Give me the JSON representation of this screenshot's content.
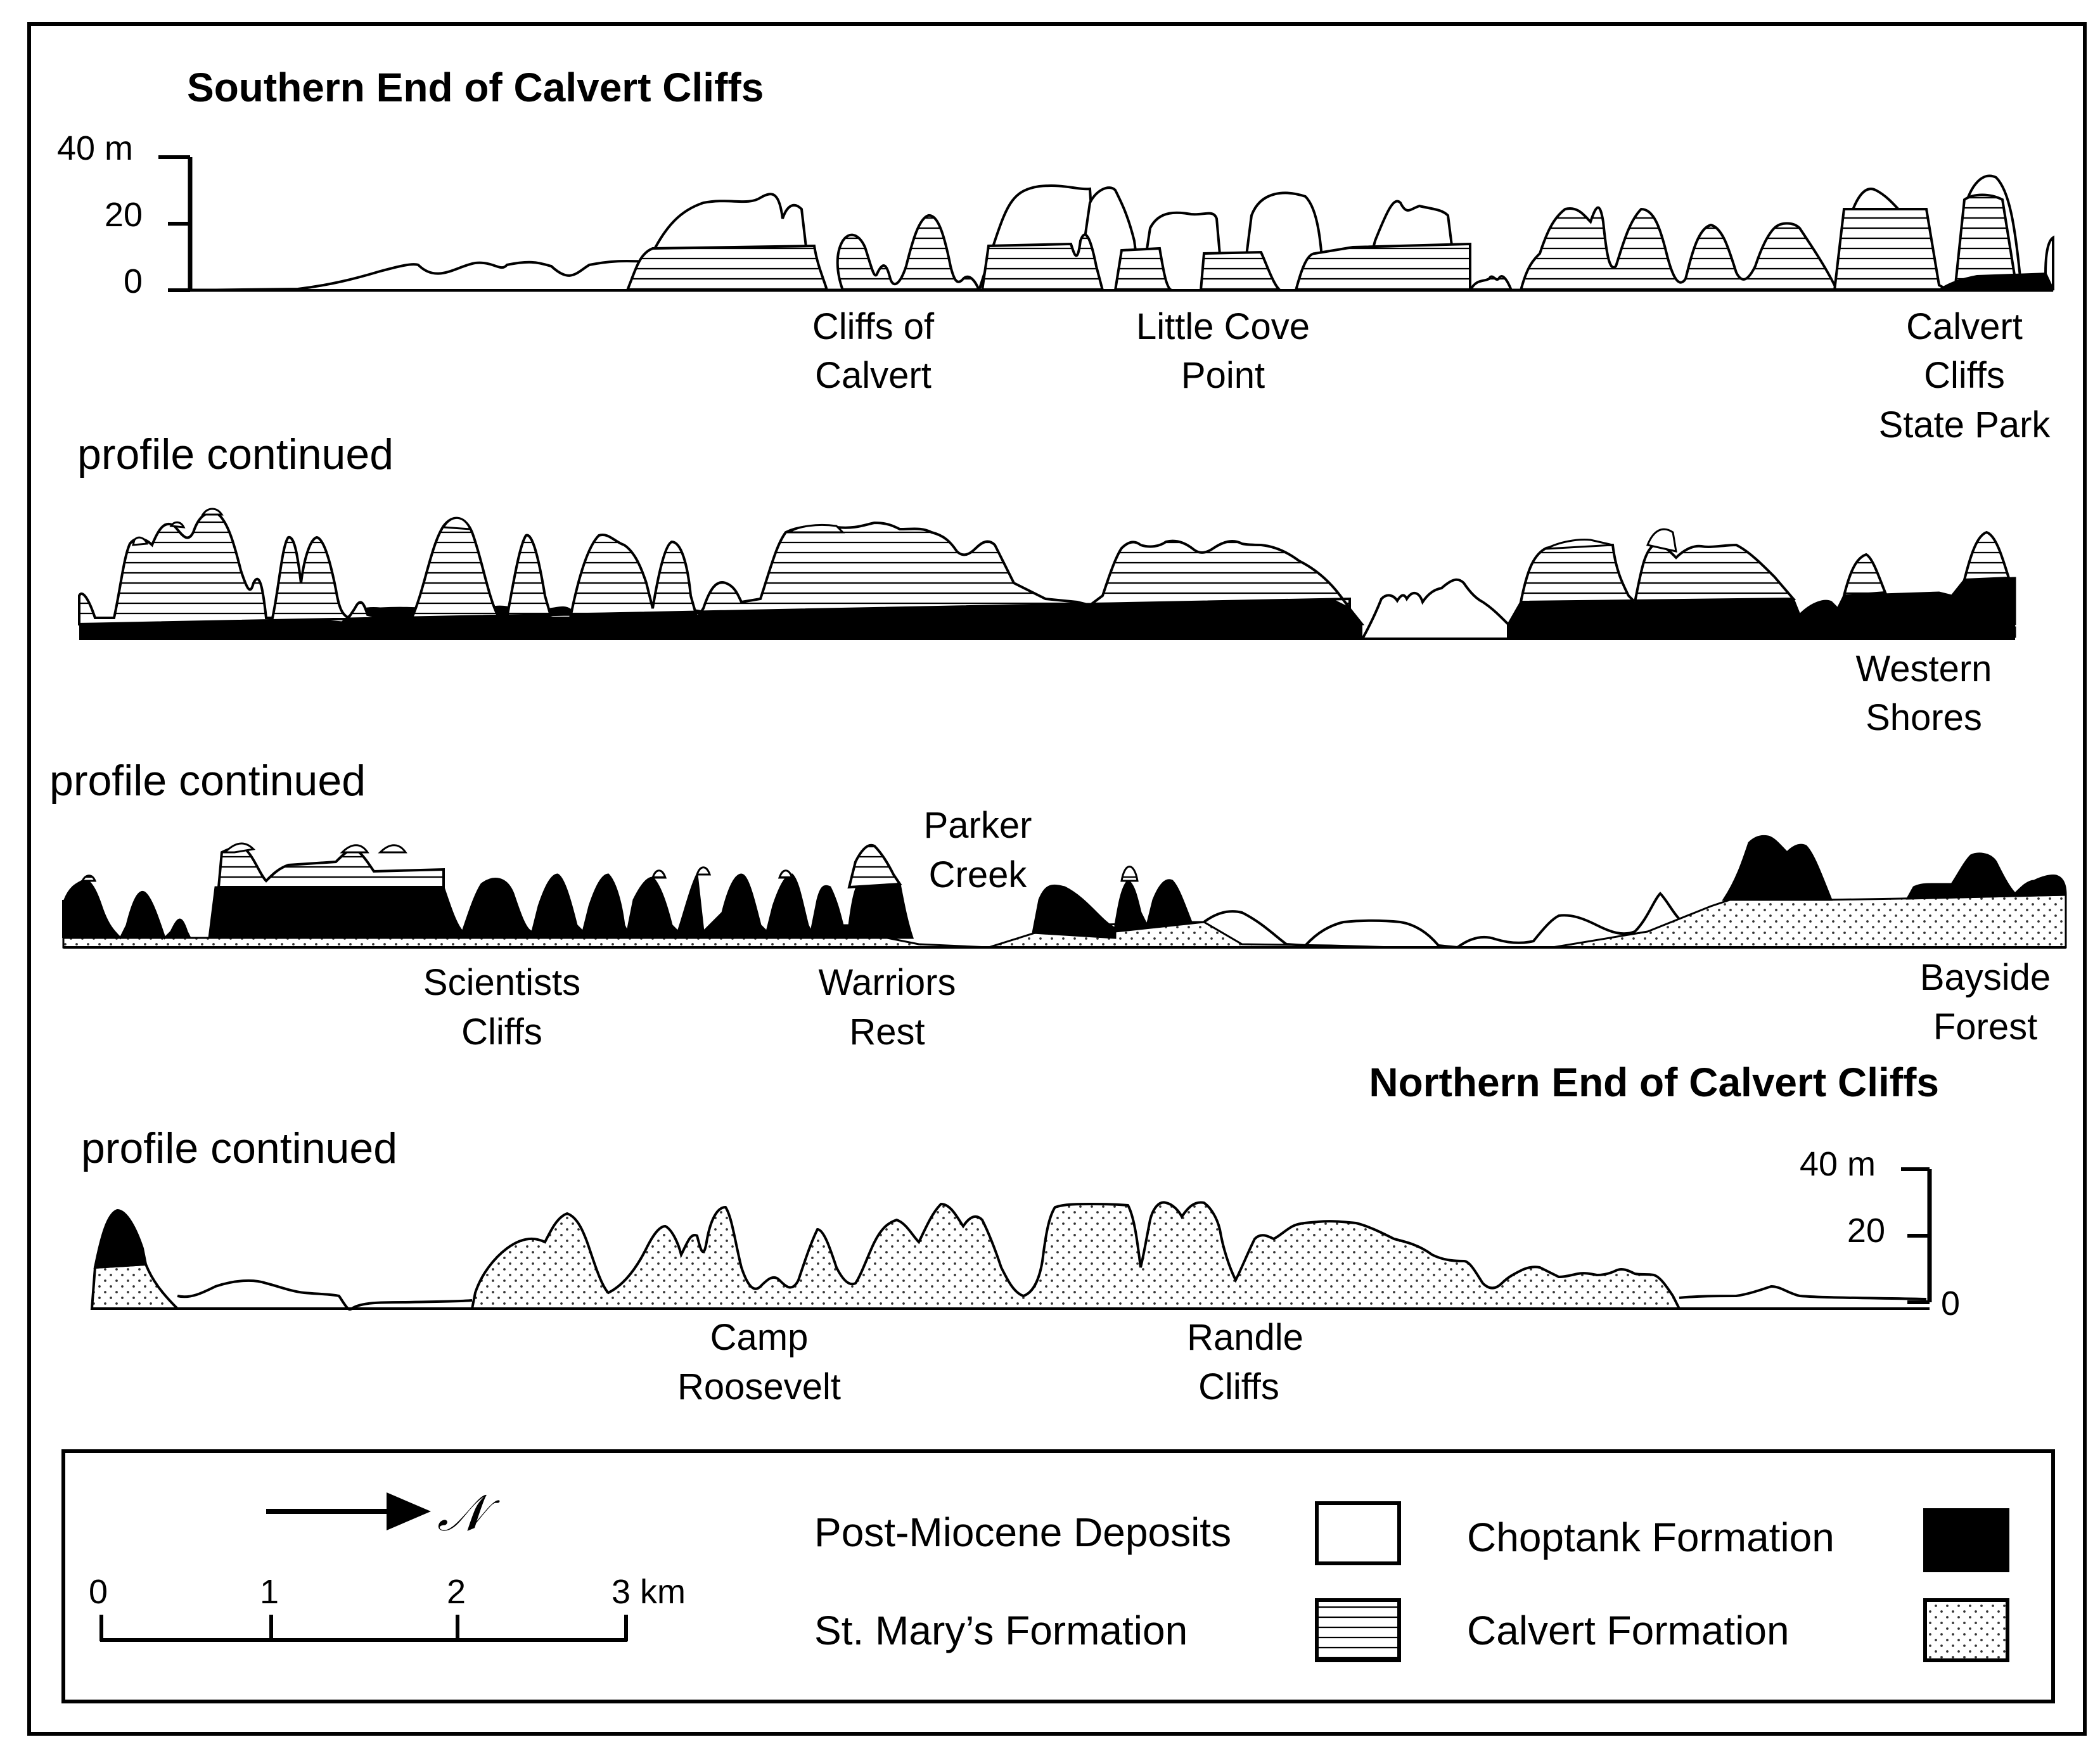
{
  "titles": {
    "south": "Southern End of Calvert Cliffs",
    "north": "Northern End of Calvert Cliffs"
  },
  "sections": {
    "continued_1": "profile continued",
    "continued_2": "profile continued",
    "continued_3": "profile continued"
  },
  "axis_south": {
    "top": "40 m",
    "mid": "20",
    "bottom": "0"
  },
  "axis_north": {
    "top": "40 m",
    "mid": "20",
    "bottom": "0"
  },
  "places": {
    "cliffs_of_calvert": [
      "Cliffs of",
      "Calvert"
    ],
    "little_cove_point": [
      "Little Cove",
      "Point"
    ],
    "calvert_cliffs_state_park": [
      "Calvert",
      "Cliffs",
      "State Park"
    ],
    "western_shores": [
      "Western",
      "Shores"
    ],
    "parker_creek": [
      "Parker",
      "Creek"
    ],
    "scientists_cliffs": [
      "Scientists",
      "Cliffs"
    ],
    "warriors_rest": [
      "Warriors",
      "Rest"
    ],
    "bayside_forest": [
      "Bayside",
      "Forest"
    ],
    "camp_roosevelt": [
      "Camp",
      "Roosevelt"
    ],
    "randle_cliffs": [
      "Randle",
      "Cliffs"
    ]
  },
  "legend": {
    "north_symbol": "𝒩",
    "scale": [
      "0",
      "1",
      "2",
      "3 km"
    ],
    "post_miocene": "Post-Miocene Deposits",
    "st_marys": "St. Mary’s Formation",
    "choptank": "Choptank Formation",
    "calvert": "Calvert Formation"
  },
  "colors": {
    "ink": "#000000",
    "paper": "#ffffff"
  }
}
